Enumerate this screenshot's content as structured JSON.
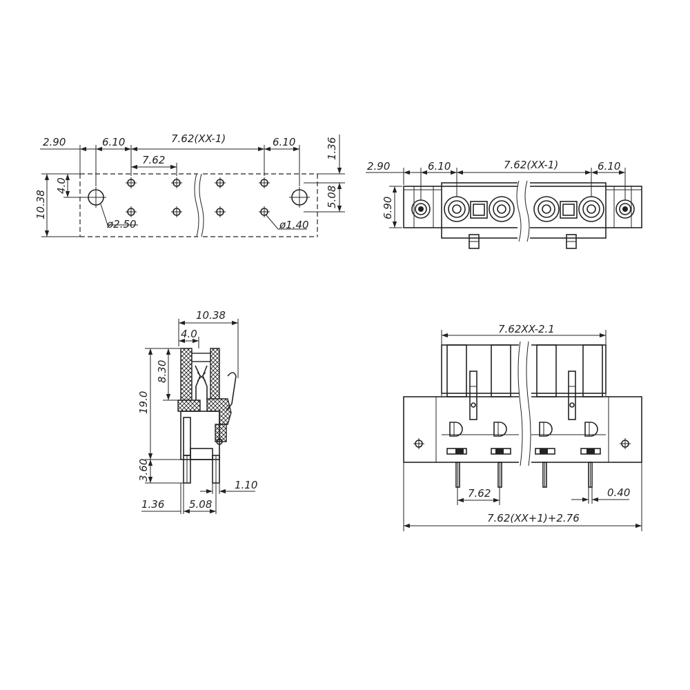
{
  "colors": {
    "line": "#222222",
    "background": "#ffffff"
  },
  "pcb_layout": {
    "dim_left_offset": "2.90",
    "dim_pitch_outer_left": "6.10",
    "dim_span": "7.62(XX-1)",
    "dim_pitch_outer_right": "6.10",
    "dim_top_offset": "1.36",
    "dim_pitch": "7.62",
    "dim_hole_offset": "4.0",
    "dim_row_spacing": "5.08",
    "dim_depth": "10.38",
    "dim_mount_hole": "ø2.50",
    "dim_pin_hole": "ø1.40"
  },
  "front_view": {
    "dim_left_offset": "2.90",
    "dim_pitch_outer_left": "6.10",
    "dim_span": "7.62(XX-1)",
    "dim_pitch_outer_right": "6.10",
    "dim_height": "6.90"
  },
  "side_view": {
    "dim_depth": "10.38",
    "dim_top": "4.0",
    "dim_upper": "8.30",
    "dim_total_height": "19.0",
    "dim_pin_length": "3.60",
    "dim_pin_width": "1.10",
    "dim_offset": "1.36",
    "dim_row_spacing": "5.08"
  },
  "top_view": {
    "dim_body_width": "7.62XX-2.1",
    "dim_pitch": "7.62",
    "dim_pin_thickness": "0.40",
    "dim_total_width": "7.62(XX+1)+2.76"
  }
}
